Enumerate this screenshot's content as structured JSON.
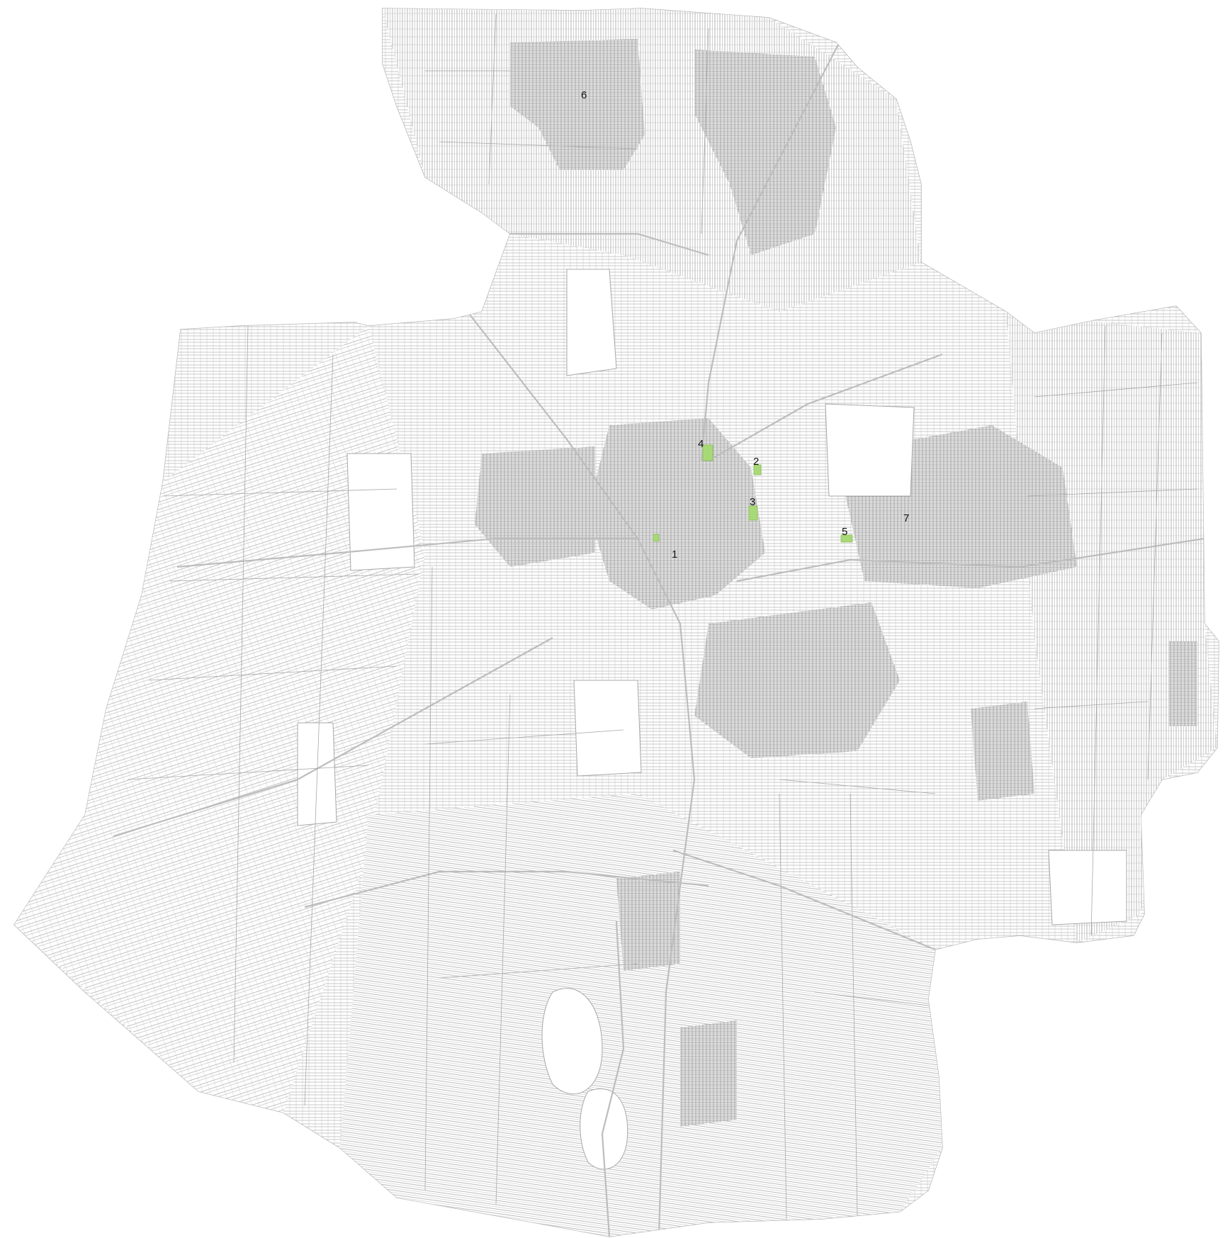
{
  "map": {
    "colors": {
      "parcel_lines": "#a9a9a9",
      "dense_parcels": "#8e8e8e",
      "green_sites": "#a8d977",
      "label_text": "#111111",
      "background": "#ffffff"
    },
    "site_labels": [
      {
        "id": "site-1",
        "text": "1"
      },
      {
        "id": "site-2",
        "text": "2"
      },
      {
        "id": "site-3",
        "text": "3"
      },
      {
        "id": "site-4",
        "text": "4"
      },
      {
        "id": "site-5",
        "text": "5"
      },
      {
        "id": "site-6",
        "text": "6"
      },
      {
        "id": "site-7",
        "text": "7"
      }
    ]
  }
}
